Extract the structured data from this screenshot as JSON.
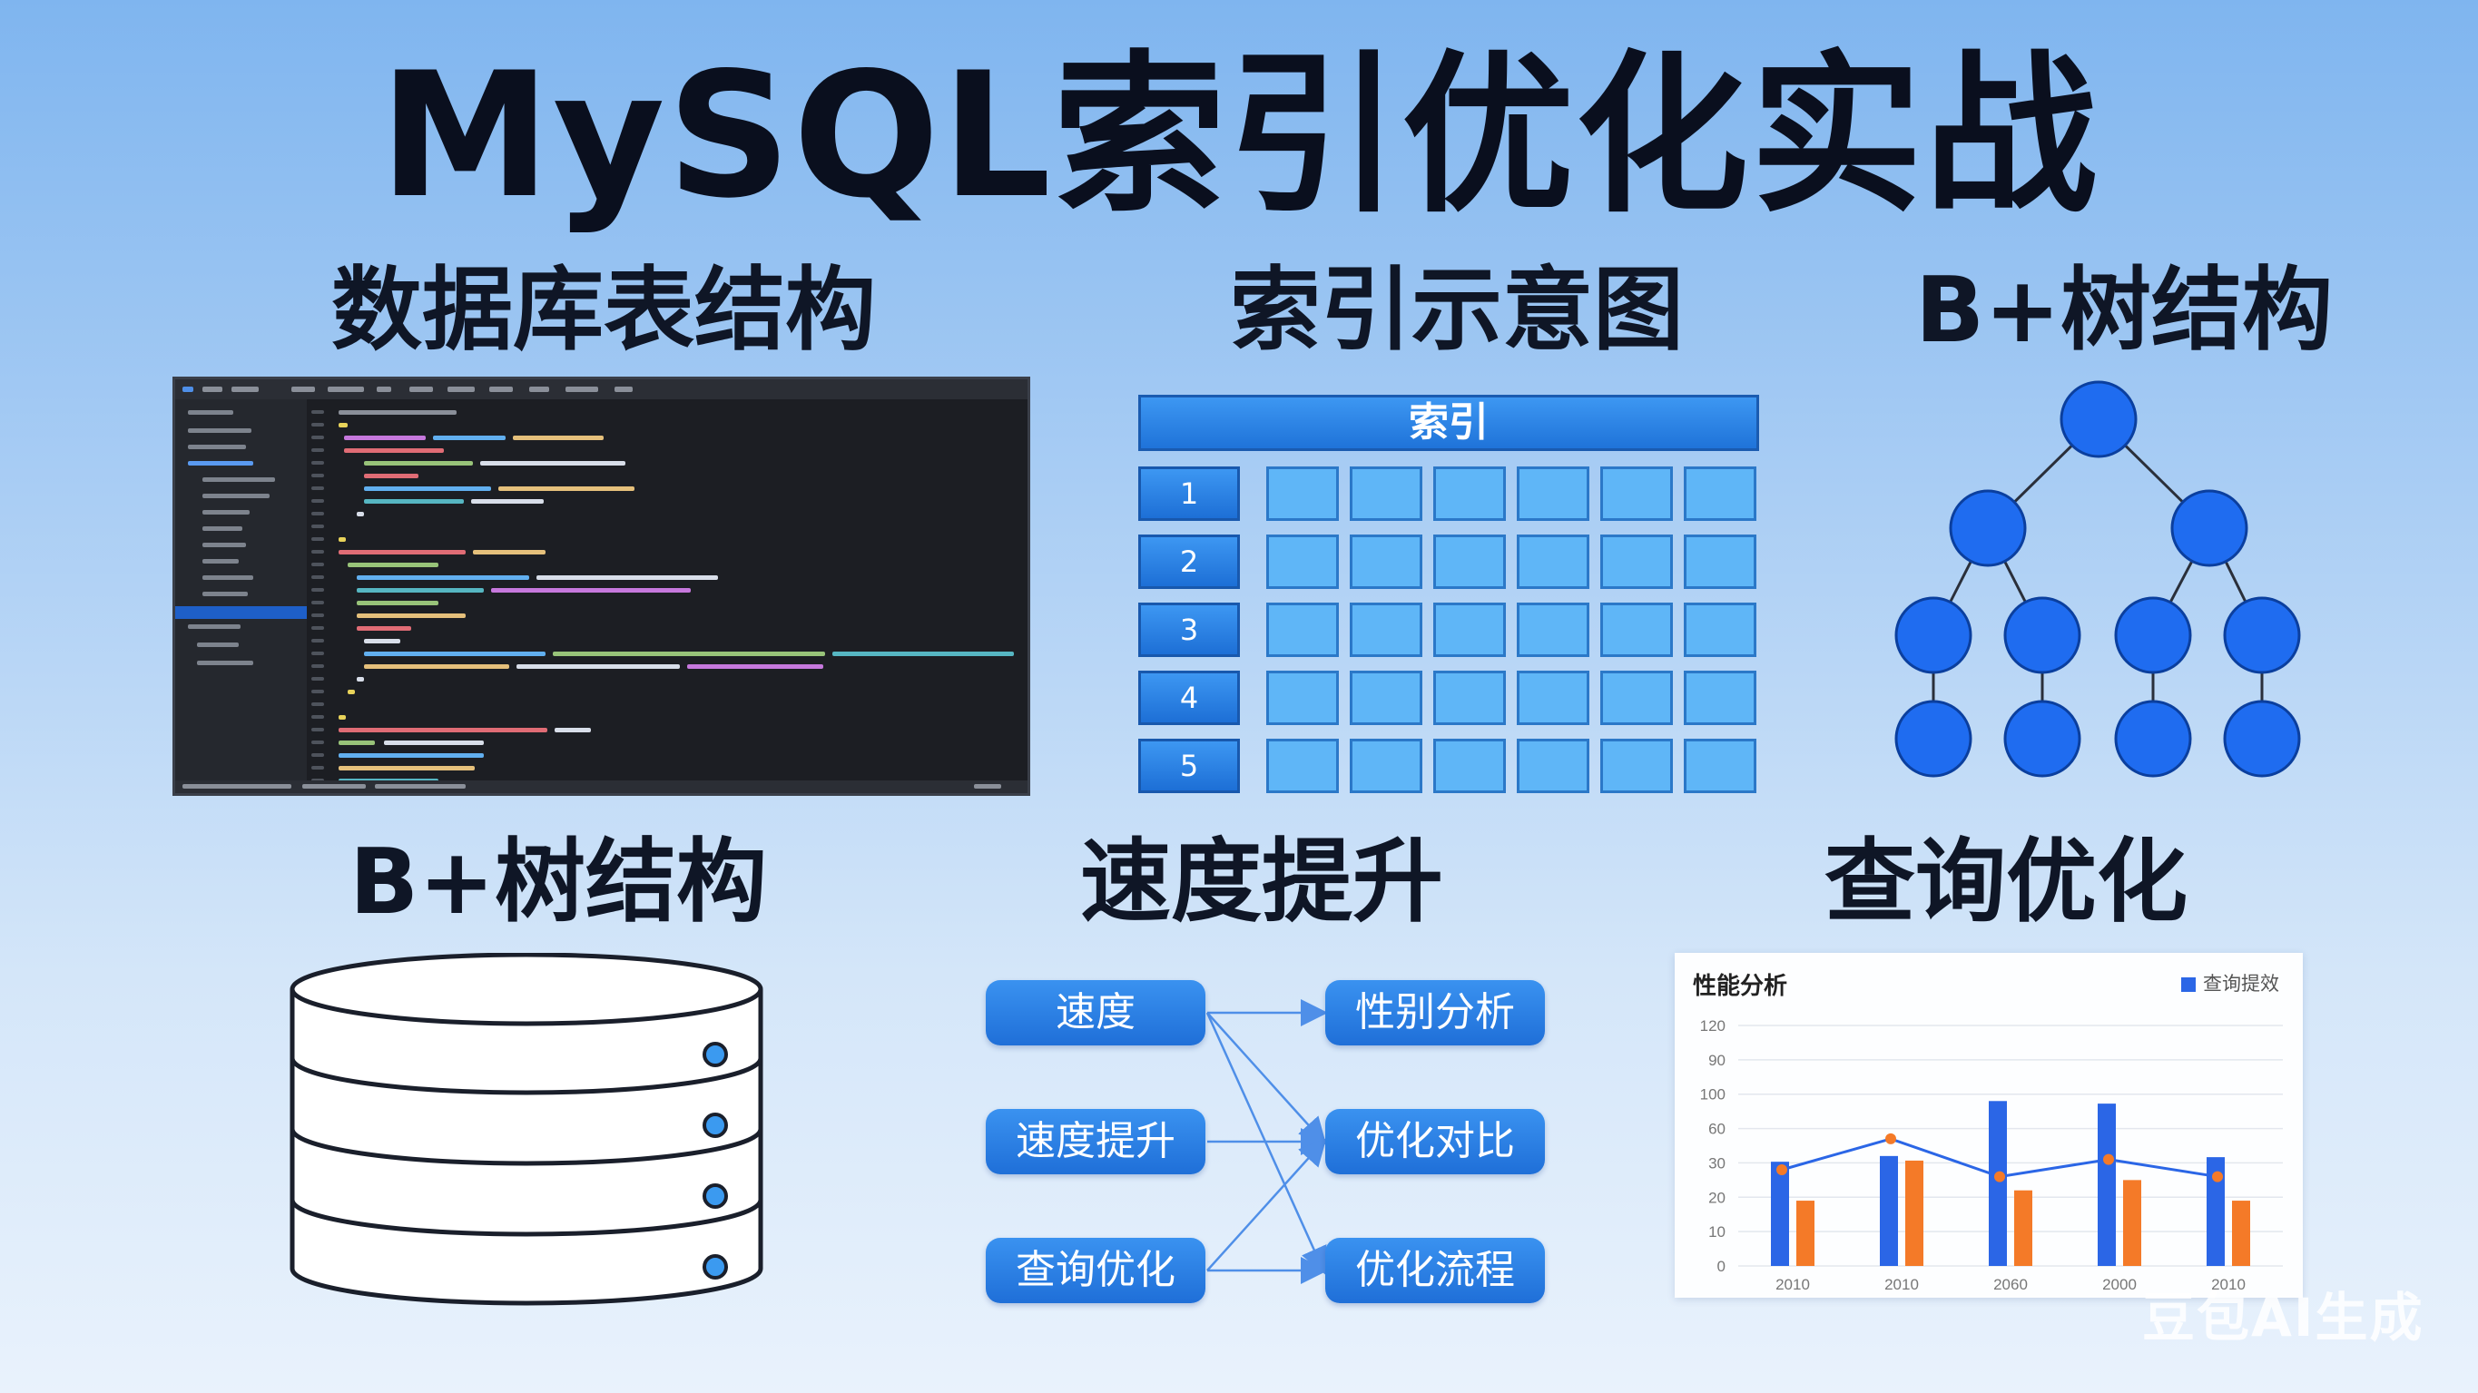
{
  "title": "MySQL索引优化实战",
  "sections": {
    "db_table": "数据库表结构",
    "index_diagram": "索引示意图",
    "btree_top": "B+树结构",
    "btree_bottom": "B+树结构",
    "speed": "速度提升",
    "query": "查询优化"
  },
  "index_table": {
    "header": "索引",
    "rows": [
      "1",
      "2",
      "3",
      "4",
      "5"
    ]
  },
  "flow": {
    "left": [
      "速度",
      "速度提升",
      "查询优化"
    ],
    "right": [
      "性别分析",
      "优化对比",
      "优化流程"
    ]
  },
  "chart_data": {
    "type": "bar",
    "title": "性能分析",
    "legend": "查询提效",
    "legend_position": "top-right",
    "grid": true,
    "y_ticks": [
      "0",
      "10",
      "20",
      "30",
      "60",
      "100",
      "90",
      "120"
    ],
    "categories": [
      "2010",
      "2010",
      "2060",
      "2000",
      "2010"
    ],
    "series": [
      {
        "color": "#2b66e6",
        "values": [
          31,
          36,
          92,
          89,
          35
        ]
      },
      {
        "color": "#f47a28",
        "values": [
          19,
          32,
          22,
          25,
          19
        ]
      }
    ],
    "line": {
      "color": "#2b66e6",
      "marker_color": "#f47a28",
      "values": [
        28,
        51,
        26,
        33,
        26
      ]
    }
  },
  "watermark": "豆包AI生成"
}
